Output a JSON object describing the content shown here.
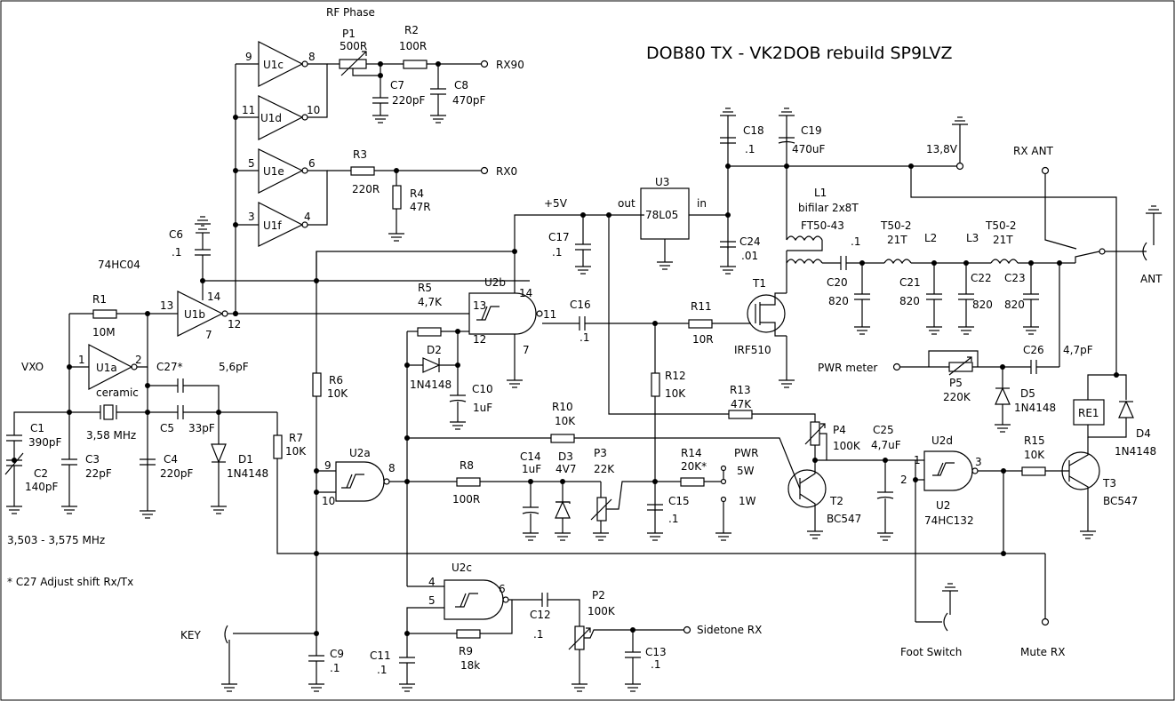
{
  "title": "DOB80 TX - VK2DOB rebuild SP9LVZ",
  "notes": {
    "freq_range": "3,503 - 3,575 MHz",
    "c27_note": "*  C27 Adjust shift Rx/Tx"
  },
  "rails": {
    "supply": "13,8V",
    "vcc": "+5V"
  },
  "ports": {
    "rx90": "RX90",
    "rx0": "RX0",
    "key": "KEY",
    "sidetone": "Sidetone RX",
    "foot_switch": "Foot Switch",
    "mute": "Mute RX",
    "rx_ant": "RX ANT",
    "ant": "ANT",
    "pwr_meter": "PWR meter",
    "vxo": "VXO"
  },
  "u1": {
    "part": "74HC04",
    "gates": [
      {
        "name": "U1a",
        "in": "1",
        "out": "2"
      },
      {
        "name": "U1b",
        "in": "13",
        "out": "12"
      },
      {
        "name": "U1c",
        "in": "9",
        "out": "8"
      },
      {
        "name": "U1d",
        "in": "11",
        "out": "10"
      },
      {
        "name": "U1e",
        "in": "5",
        "out": "6"
      },
      {
        "name": "U1f",
        "in": "3",
        "out": "4"
      }
    ],
    "vcc_pin": "14",
    "gnd_pin": "7"
  },
  "u2": {
    "part": "74HC132",
    "label": "U2",
    "u2a": {
      "name": "U2a",
      "in1": "9",
      "in2": "10",
      "out": "8"
    },
    "u2b": {
      "name": "U2b",
      "in1": "13",
      "in2": "12",
      "out": "11",
      "vcc": "14",
      "gnd": "7"
    },
    "u2c": {
      "name": "U2c",
      "in1": "4",
      "in2": "5",
      "out": "6"
    },
    "u2d": {
      "name": "U2d",
      "in1": "1",
      "in2": "2",
      "out": "3"
    }
  },
  "u3": {
    "name": "U3",
    "part": "78L05",
    "out": "out",
    "in": "in"
  },
  "labels": {
    "rf_phase": "RF Phase",
    "p1": "P1",
    "p1v": "500R",
    "r2": "R2",
    "r2v": "100R",
    "c7": "C7",
    "c7v": "220pF",
    "c8": "C8",
    "c8v": "470pF",
    "r3": "R3",
    "r3v": "220R",
    "r4": "R4",
    "r4v": "47R",
    "c6": "C6",
    "c6v": ".1",
    "r1": "R1",
    "r1v": "10M",
    "c27": "C27*",
    "c27v": "5,6pF",
    "ceramic": "ceramic",
    "xtal": "3,58 MHz",
    "c1": "C1",
    "c1v": "390pF",
    "c2": "C2",
    "c2v": "140pF",
    "c3": "C3",
    "c3v": "22pF",
    "c5": "C5",
    "c5v": "33pF",
    "c4": "C4",
    "c4v": "220pF",
    "d1": "D1",
    "d1v": "1N4148",
    "r7": "R7",
    "r7v": "10K",
    "r6": "R6",
    "r6v": "10K",
    "r5": "R5",
    "r5v": "4,7K",
    "d2": "D2",
    "d2v": "1N4148",
    "c10": "C10",
    "c10v": "1uF",
    "c16": "C16",
    "c16v": ".1",
    "r11": "R11",
    "r11v": "10R",
    "t1": "T1",
    "t1v": "IRF510",
    "c17": "C17",
    "c17v": ".1",
    "c18": "C18",
    "c18v": ".1",
    "c19": "C19",
    "c19v": "470uF",
    "c24": "C24",
    "c24v": ".01",
    "l1": "L1",
    "l1v": "bifilar 2x8T",
    "l1c": "FT50-43",
    "cser": ".1",
    "l2": "L2",
    "l2v": "T50-2",
    "l2t": "21T",
    "l3": "L3",
    "l3v": "T50-2",
    "l3t": "21T",
    "c20": "C20",
    "c20v": "820",
    "c21": "C21",
    "c21v": "820",
    "c22": "C22",
    "c22v": "820",
    "c23": "C23",
    "c23v": "820",
    "c26": "C26",
    "c26v": "4,7pF",
    "p5": "P5",
    "p5v": "220K",
    "d5": "D5",
    "d5v": "1N4148",
    "r12": "R12",
    "r12v": "10K",
    "r13": "R13",
    "r13v": "47K",
    "r10": "R10",
    "r10v": "10K",
    "p4": "P4",
    "p4v": "100K",
    "c25": "C25",
    "c25v": "4,7uF",
    "t2": "T2",
    "t2v": "BC547",
    "r8": "R8",
    "r8v": "100R",
    "c14": "C14",
    "c14v": "1uF",
    "d3": "D3",
    "d3v": "4V7",
    "p3": "P3",
    "p3v": "22K",
    "r14": "R14",
    "r14v": "20K*",
    "c15": "C15",
    "c15v": ".1",
    "pwr": "PWR",
    "pwr5": "5W",
    "pwr1": "1W",
    "r15": "R15",
    "r15v": "10K",
    "t3": "T3",
    "t3v": "BC547",
    "re1": "RE1",
    "d4": "D4",
    "d4v": "1N4148",
    "c12": "C12",
    "c12v": ".1",
    "p2": "P2",
    "p2v": "100K",
    "r9": "R9",
    "r9v": "18k",
    "c11": "C11",
    "c11v": ".1",
    "c13": "C13",
    "c13v": ".1",
    "c9": "C9",
    "c9v": ".1"
  }
}
